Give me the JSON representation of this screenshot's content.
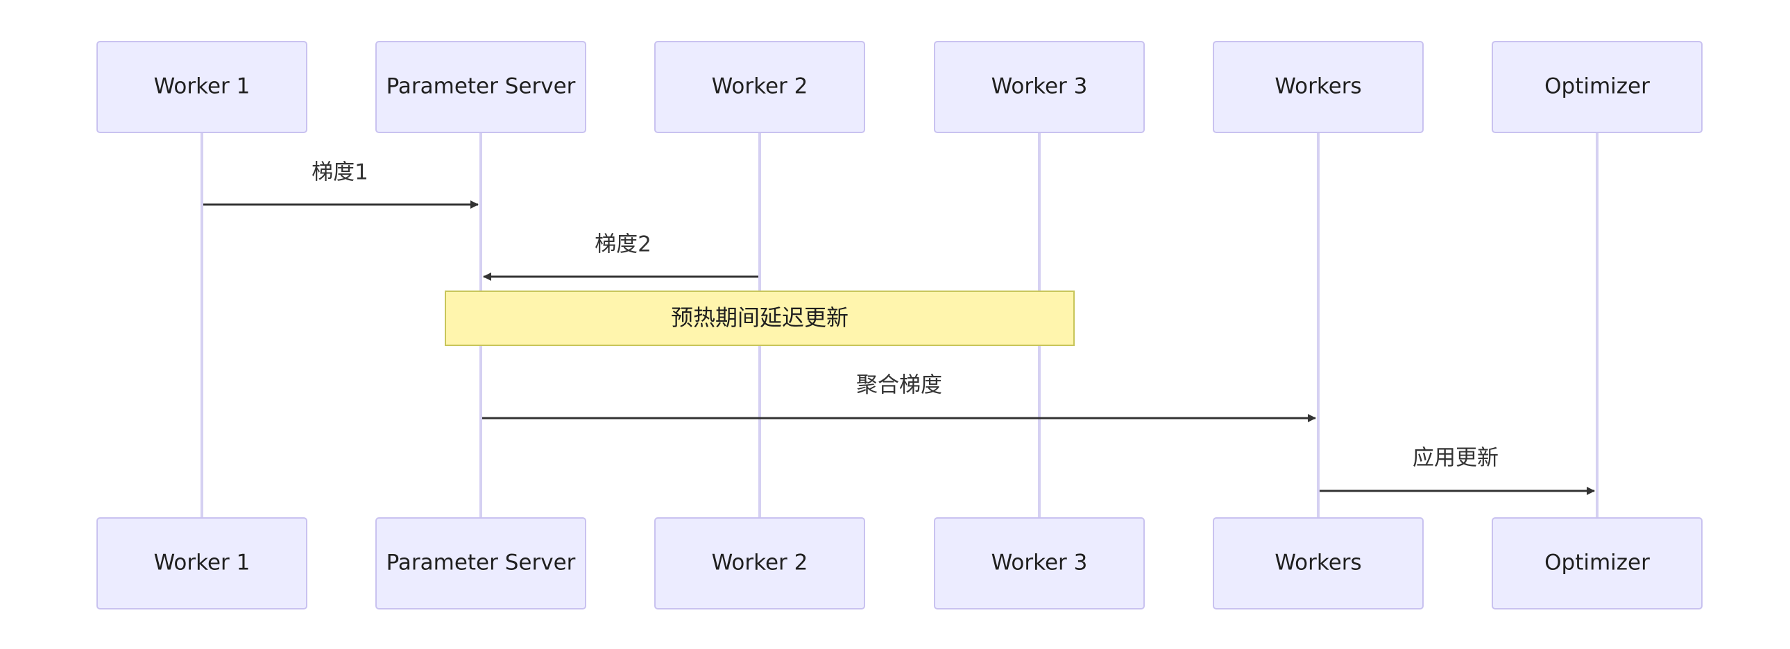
{
  "participants": [
    {
      "id": "worker1",
      "label": "Worker 1"
    },
    {
      "id": "parameter_server",
      "label": "Parameter Server"
    },
    {
      "id": "worker2",
      "label": "Worker 2"
    },
    {
      "id": "worker3",
      "label": "Worker 3"
    },
    {
      "id": "workers",
      "label": "Workers"
    },
    {
      "id": "optimizer",
      "label": "Optimizer"
    }
  ],
  "messages": [
    {
      "from": "worker1",
      "to": "parameter_server",
      "label": "梯度1"
    },
    {
      "from": "worker2",
      "to": "parameter_server",
      "label": "梯度2"
    },
    {
      "from": "parameter_server",
      "to": "workers",
      "label": "聚合梯度"
    },
    {
      "from": "workers",
      "to": "optimizer",
      "label": "应用更新"
    }
  ],
  "note": {
    "text": "预热期间延迟更新",
    "from": "parameter_server",
    "to": "worker3"
  },
  "colors": {
    "actor_fill": "#ececff",
    "actor_stroke": "#c9c2f0",
    "lifeline": "#d5d0f2",
    "message": "#333333",
    "note_fill": "#fff5ad",
    "note_stroke": "#c8c55a"
  }
}
